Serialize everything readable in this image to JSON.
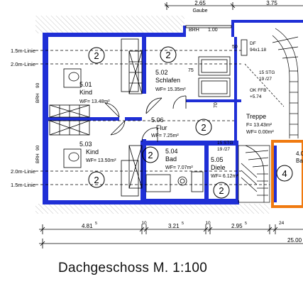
{
  "plan": {
    "title": "Dachgeschoss M. 1:100",
    "lines": {
      "l15_top": "1.5m-Linie",
      "l20_top": "2.0m-Linie",
      "l20_bot": "2.0m-Linie",
      "l15_bot": "1.5m-Linie"
    },
    "top_dims": {
      "gaube_width": "2.65",
      "gaube_label": "Gaube",
      "right_dim": "3.75"
    },
    "brh_top": "BRH",
    "brh_top_val": "1.00",
    "brh_left": "BRH",
    "brh_left2": "BRH",
    "dim_90_a": "90",
    "dim_90_b": "90",
    "dim_50": "50",
    "dim_75": "75",
    "dim_70": "70",
    "rooms": {
      "r501": {
        "num": "5.01",
        "name": "Kind",
        "area": "WF= 13.48m²"
      },
      "r502": {
        "num": "5.02",
        "name": "Schlafen",
        "area": "WF= 15.35m²"
      },
      "r503": {
        "num": "5.03",
        "name": "Kind",
        "area": "WF= 13.50m²"
      },
      "r504": {
        "num": "5.04",
        "name": "Bad",
        "area": "WF= 7.07m²"
      },
      "r505": {
        "num": "5.05",
        "name": "Diele",
        "area": "WF= 6.12m²"
      },
      "r506": {
        "num": "5.06",
        "name": "Flur",
        "area": "WF= 7.25m²"
      },
      "treppe": {
        "name": "Treppe",
        "f": "F= 13.43m²",
        "wf": "WF= 0.00m²"
      },
      "r4": {
        "num": "4.0",
        "name": "Ba"
      }
    },
    "df": {
      "label": "DF",
      "size": "94x1.18"
    },
    "stg_right": {
      "a": "15 STG",
      "b": "19",
      "c": "/27"
    },
    "stg_mid": {
      "a": "15 STG",
      "b": "19",
      "c": "/27"
    },
    "ok_ffb": {
      "a": "OK FFB",
      "b": "+5.74"
    },
    "circles": {
      "two": "2",
      "four": "4"
    },
    "bottom_dims": {
      "d1": "4.81",
      "d1s": "5",
      "d2": "10",
      "d3": "3.21",
      "d3s": "5",
      "d4": "10",
      "d5": "2.95",
      "d5s": "5",
      "d6": "24",
      "total": "25.00"
    }
  }
}
